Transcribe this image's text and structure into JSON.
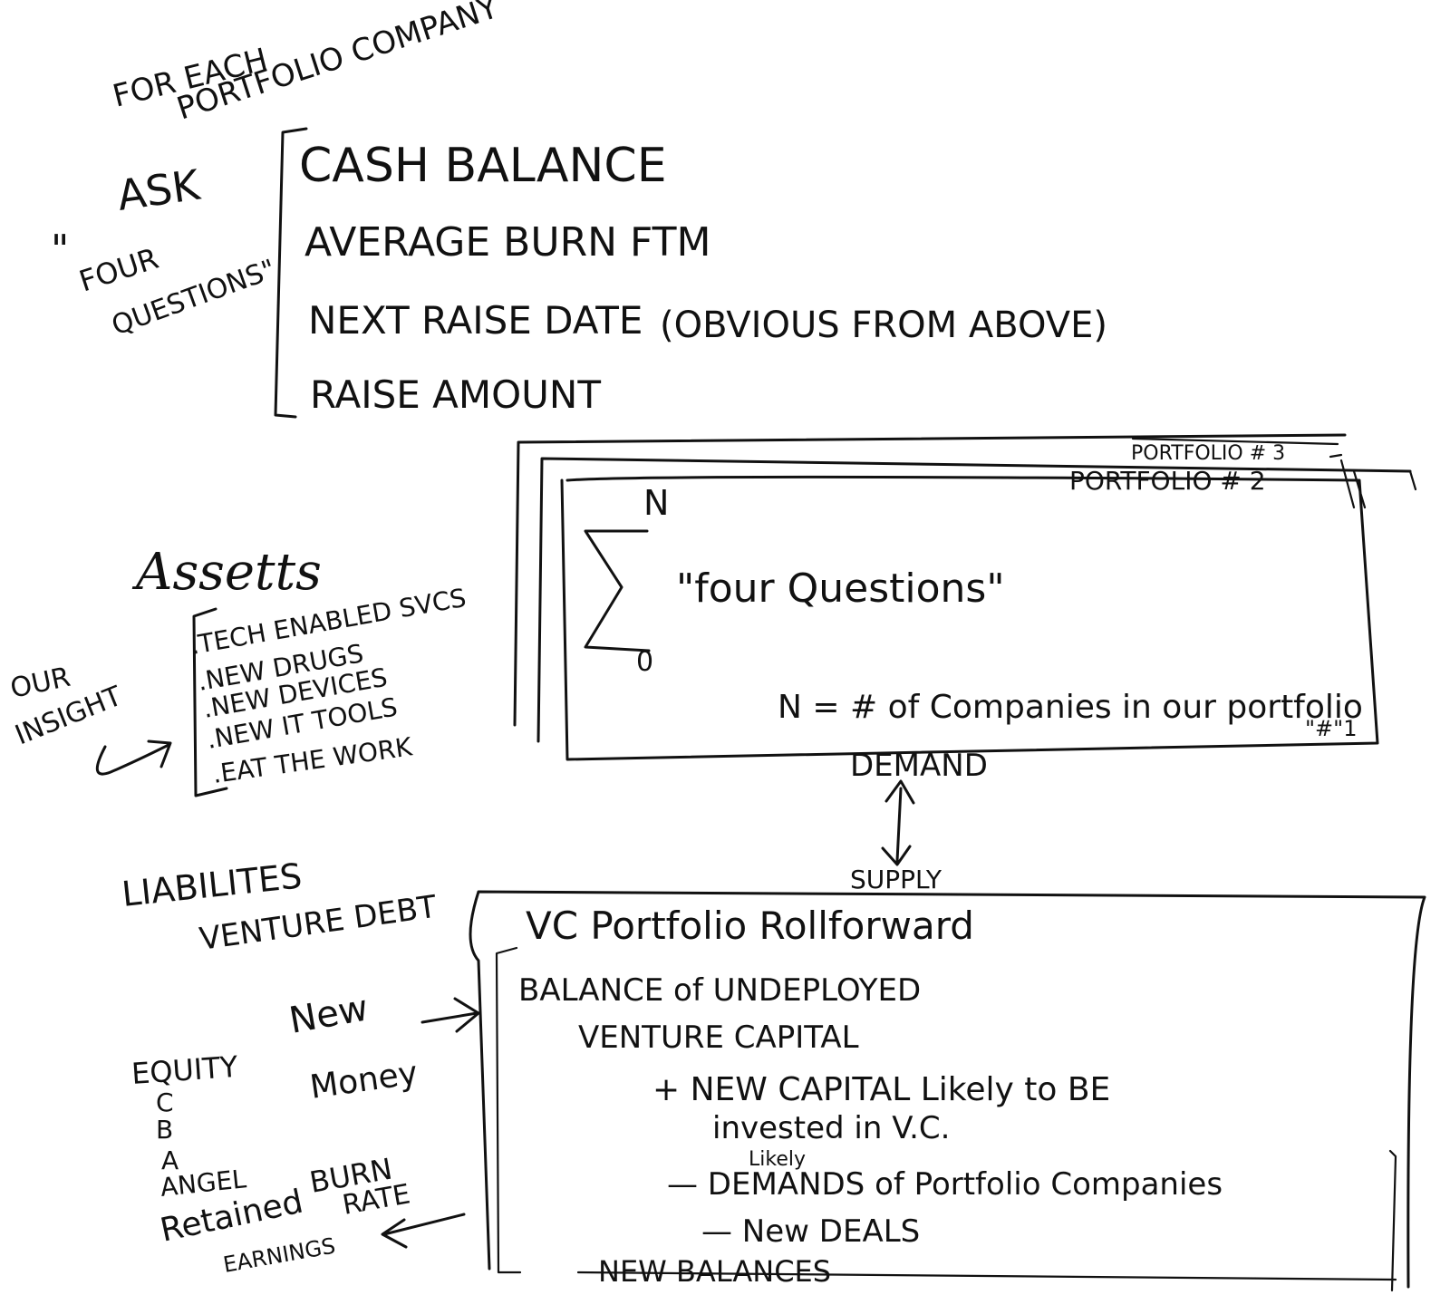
{
  "header": {
    "line1": "FOR EACH",
    "line2": "PORTFOLIO COMPANY"
  },
  "ask_block": {
    "ask": "ASK",
    "quote_open": "\"",
    "four": "FOUR",
    "questions": "QUESTIONS\"",
    "items": [
      "CASH BALANCE",
      "AVERAGE BURN FTM",
      "NEXT RAISE DATE",
      "RAISE AMOUNT"
    ],
    "next_raise_note": "(OBVIOUS FROM ABOVE)"
  },
  "assets": {
    "title": "Assetts",
    "items": [
      ".TECH ENABLED SVCS",
      ".NEW DRUGS",
      ".NEW DEVICES",
      ".NEW IT TOOLS",
      ".EAT THE WORK"
    ],
    "our": "OUR",
    "insight": "INSIGHT"
  },
  "portfolio_stack": {
    "tab3": "PORTFOLIO # 3",
    "tab2": "PORTFOLIO # 2",
    "sum_upper": "N",
    "sum_lower": "0",
    "sum_text": "\"four Questions\"",
    "n_def": "N = # of Companies in our portfolio",
    "n_def_tail": "\"#\"1"
  },
  "flow": {
    "demand": "DEMAND",
    "supply": "SUPPLY"
  },
  "liabilities": {
    "title": "LIABILITES",
    "subtitle": "VENTURE DEBT"
  },
  "new_money": {
    "new": "New",
    "money": "Money"
  },
  "equity_stack": {
    "equity": "EQUITY",
    "rounds": [
      "C",
      "B",
      "A"
    ],
    "angel": "ANGEL",
    "retained": "Retained",
    "earnings": "EARNINGS"
  },
  "burn_rate": {
    "burn": "BURN",
    "rate": "RATE"
  },
  "rollforward": {
    "title": "VC Portfolio Rollforward",
    "lines": [
      "BALANCE of UNDEPLOYED",
      "VENTURE CAPITAL",
      "+ NEW CAPITAL Likely to BE",
      "invested in V.C.",
      "Likely",
      "— DEMANDS of Portfolio Companies",
      "— New DEALS",
      "NEW BALANCES"
    ]
  }
}
